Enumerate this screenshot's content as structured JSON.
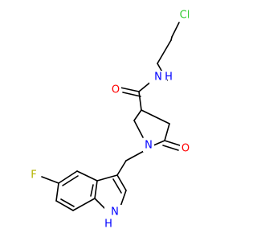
{
  "molecule": {
    "atoms": {
      "chlorine": {
        "label": "Cl",
        "color": "#33cc33"
      },
      "amide_n": {
        "label": "N",
        "sub": "H",
        "color": "#0000ff"
      },
      "amide_o": {
        "label": "O",
        "color": "#ff0000"
      },
      "ring_n": {
        "label": "N",
        "color": "#0000ff"
      },
      "lactam_o": {
        "label": "O",
        "color": "#ff0000"
      },
      "fluorine": {
        "label": "F",
        "color": "#b3b300"
      },
      "indole_nh": {
        "label": "H",
        "sub": "N",
        "color": "#0000ff"
      }
    },
    "bond_color": "#000000",
    "background": "#ffffff"
  }
}
